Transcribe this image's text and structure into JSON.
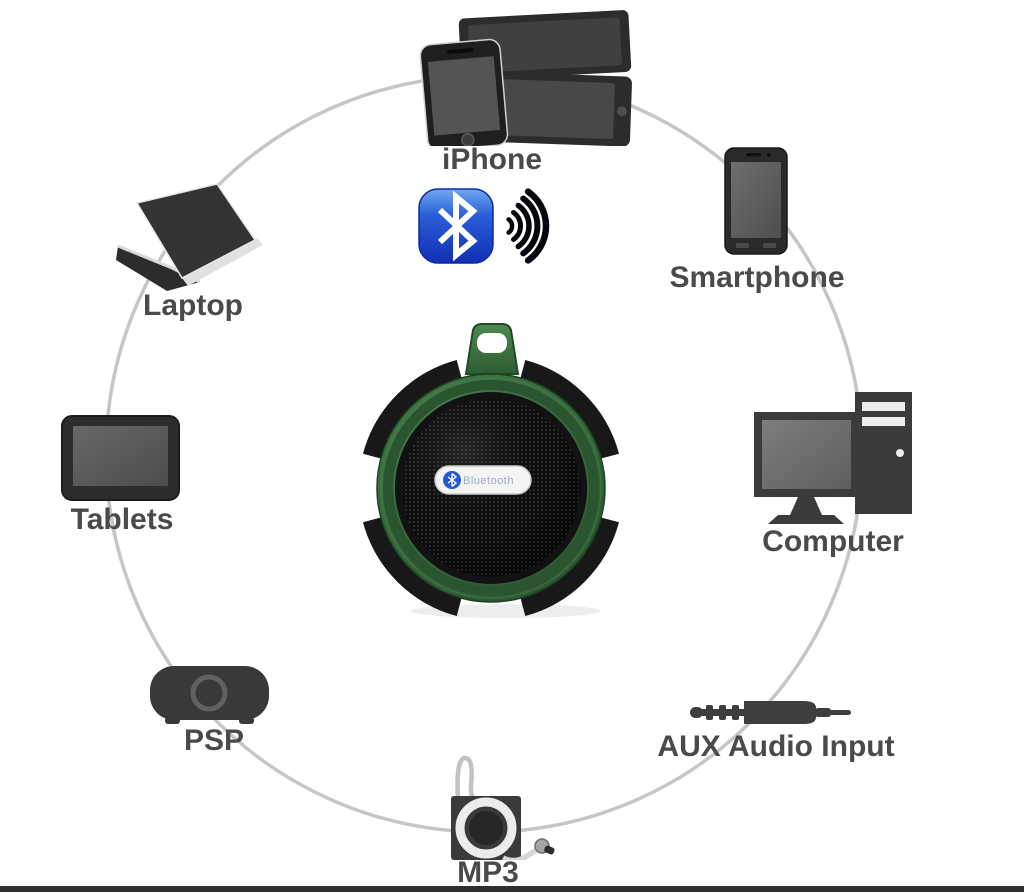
{
  "diagram": {
    "type": "device-connectivity-diagram",
    "circle_color": "#c6c6c6",
    "label_color": "#4a4a4a",
    "background": "#ffffff",
    "devices": [
      {
        "icon": "iphone-devices-icon",
        "label": "iPhone"
      },
      {
        "icon": "smartphone-icon",
        "label": "Smartphone"
      },
      {
        "icon": "computer-icon",
        "label": "Computer"
      },
      {
        "icon": "aux-plug-icon",
        "label": "AUX Audio Input"
      },
      {
        "icon": "mp3-player-icon",
        "label": "MP3"
      },
      {
        "icon": "psp-icon",
        "label": "PSP"
      },
      {
        "icon": "tablet-icon",
        "label": "Tablets"
      },
      {
        "icon": "laptop-icon",
        "label": "Laptop"
      }
    ],
    "bluetooth": {
      "icon": "bluetooth-logo-icon",
      "waves_icon": "signal-waves-icon",
      "logo_blue": "#2b5fd9",
      "wave_color": "#06060f"
    },
    "speaker": {
      "icon": "bluetooth-speaker-image",
      "badge_label": "Bluetooth",
      "body_green": "#36663c",
      "mesh_black": "#101010",
      "badge_white": "#f4f4f4"
    },
    "icon_gray": "#3b3b3b"
  }
}
